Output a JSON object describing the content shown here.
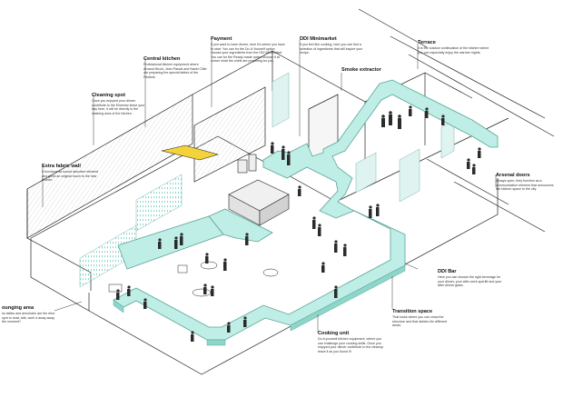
{
  "colors": {
    "counter": "#bfeee6",
    "counter_edge": "#5aa49a",
    "glass": "#dff4f1",
    "line": "#222222",
    "hatch": "#bdbdbd",
    "people": "#2b2b2b",
    "accent_yellow": "#f3d23a"
  },
  "labels": {
    "payment": {
      "title": "Payment",
      "text": "If you want to have dinner, here it's where you have to start. You can for the Do-It-Yourself option choose your ingredients from the DDI Minimarket. You can for the Ready-made option choose it at corner what the chefs are preparing for you."
    },
    "minimarket": {
      "title": "DDI Minimarket",
      "text": "If you feel like cooking, here you can find a selection of ingredients that will inspire your recipe."
    },
    "terrace": {
      "title": "Terrace",
      "text": "It is the outdoor continuation of the kitchen where you can especially enjoy the warmer nights."
    },
    "central_kitchen": {
      "title": "Central kitchen",
      "text": "Professional kitchen equipment where Arnaud Nicod, Jean Pascal and Naoki Cillet are preparing the special tables of the Festival."
    },
    "smoke_extractor": {
      "title": "Smoke extractor"
    },
    "cleaning_spot": {
      "title": "Cleaning spot",
      "text": "Once you enjoyed your dinner contribute to the Elnemax leave your tray here, it will be directly in the washing area of the kitchen."
    },
    "fabric_wall": {
      "title": "Extra fabric wall",
      "text": "It functions as sound absorber element and gives an original touch to the new kitchen."
    },
    "arsenal_doors": {
      "title": "Arsenal doors",
      "text": "Always open, they function as a communication element that announces the kitchen space to the city."
    },
    "ddi_bar": {
      "title": "DDI Bar",
      "text": "Here you can choose the right beverage for your dinner, your after work aperitif and your after dinner glass."
    },
    "lounging_area": {
      "title": "ounging area",
      "text": "ss tables and armchairs are the rfect spot to read, talk, work d away away the moment?"
    },
    "transition_space": {
      "title": "Transition space",
      "text": "That looks where you can cross the structure and that divides the different areas."
    },
    "cooking_unit": {
      "title": "Cooking unit",
      "text": "Do-it-yourself kitchen equipment, where you can challenge your cooking skills. Once you enjoyed your dinner contribute to the cleanup leave it as you found it!"
    }
  }
}
